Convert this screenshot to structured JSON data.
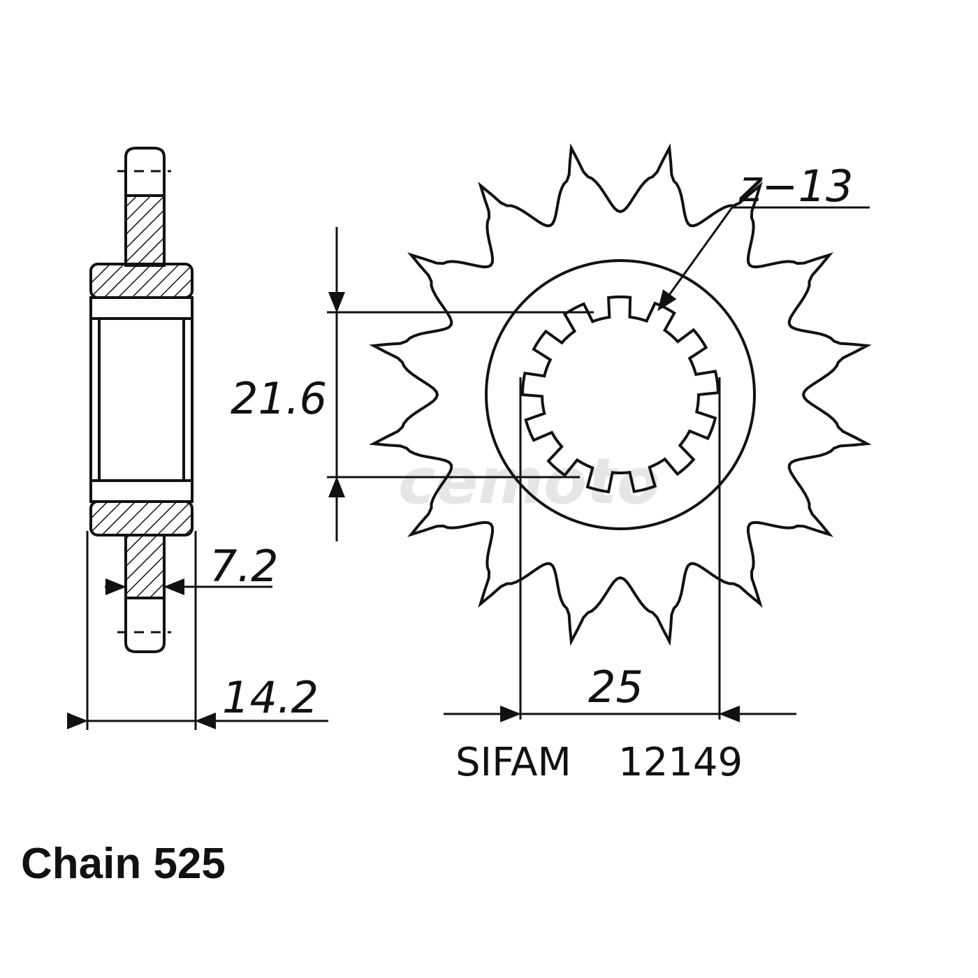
{
  "dimensions": {
    "side_width": "14.2",
    "tooth_width": "7.2",
    "spline_diameter": "21.6",
    "hub_diameter": "25",
    "spline_count": "z−13"
  },
  "part_reference": {
    "brand": "SIFAM",
    "number": "12149"
  },
  "chain_label": "Chain 525",
  "watermark": "cemoto"
}
